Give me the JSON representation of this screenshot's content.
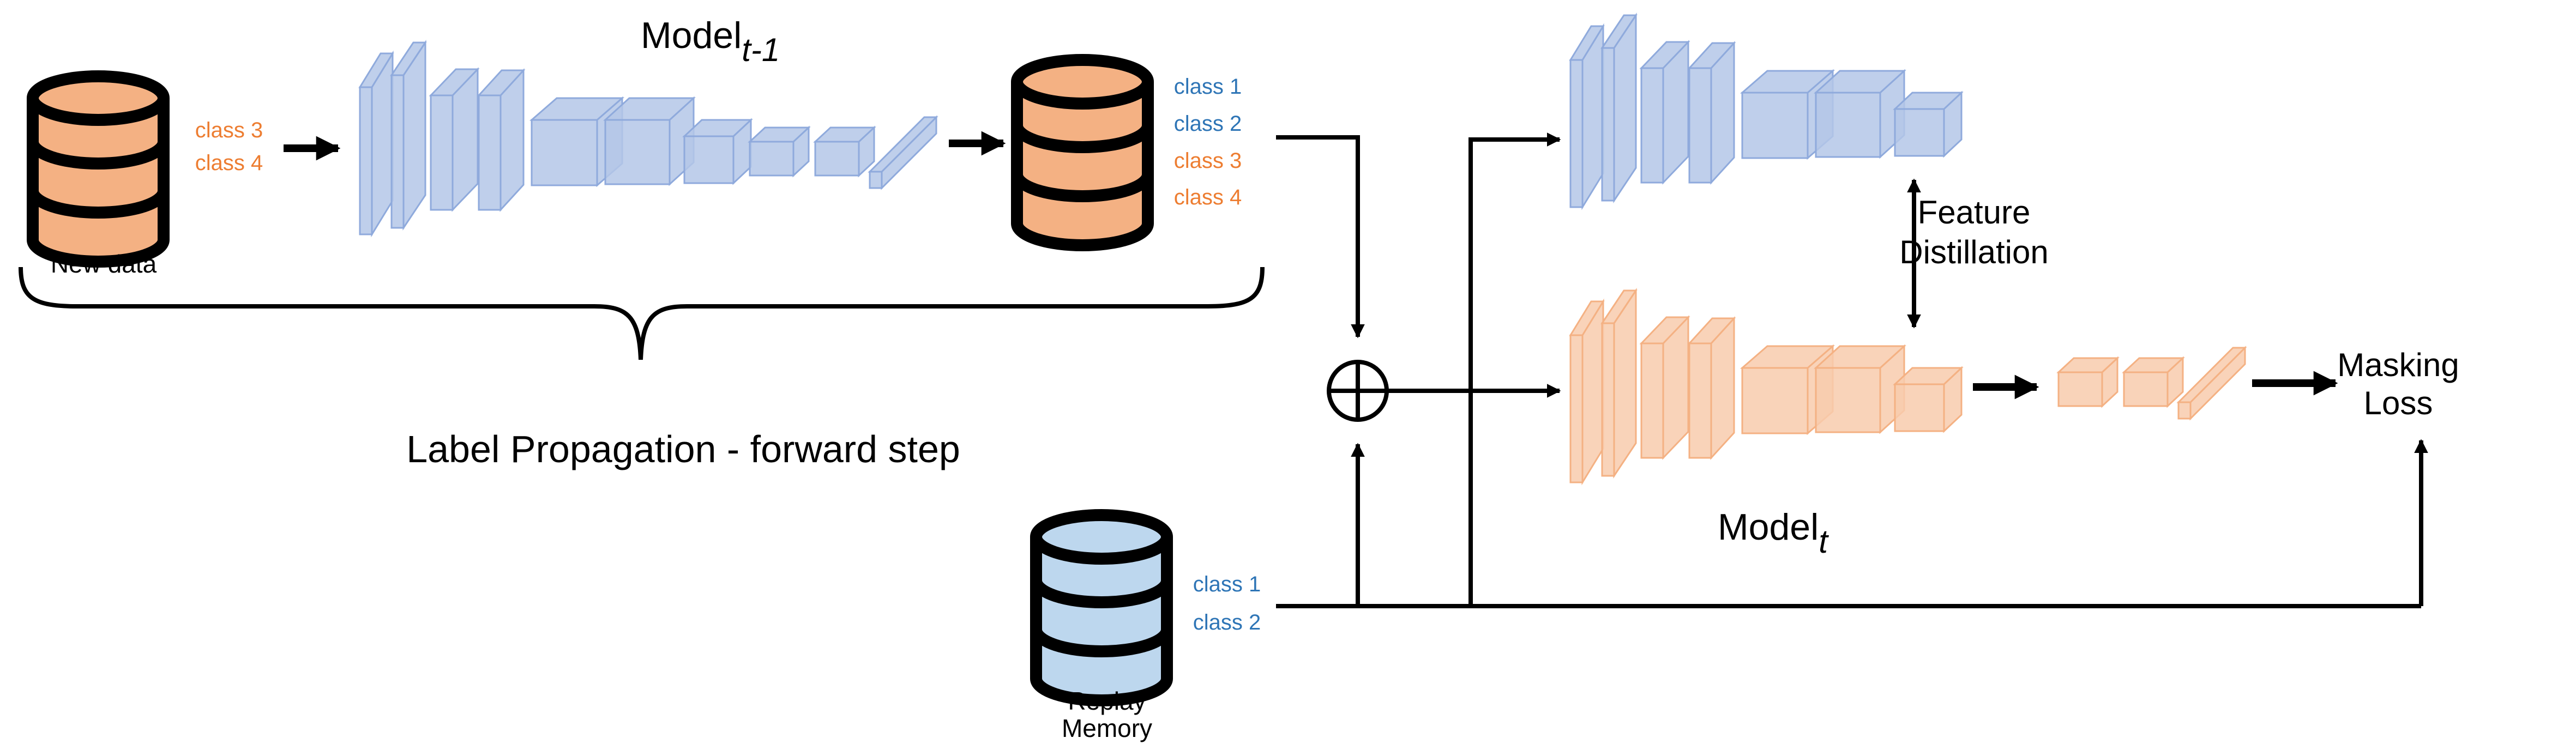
{
  "colors": {
    "orange_fill": "#F4B183",
    "blue_fill": "#BDD7EE",
    "stroke": "#000000",
    "label_orange": "#ED7D31",
    "label_blue": "#2E75B6",
    "old_model_fill": "#B4C7E7",
    "old_model_stroke": "#8FAADC",
    "new_model_fill": "#F8CBAD",
    "new_model_stroke": "#F4B183"
  },
  "new_data": {
    "label": "New data",
    "classes": [
      "class 3",
      "class 4"
    ]
  },
  "old_model": {
    "name": "Model",
    "subscript": "t-1"
  },
  "old_prediction": {
    "classes": [
      "class 1",
      "class 2",
      "class 3",
      "class 4"
    ]
  },
  "label_propagation": "Label Propagation - forward step",
  "replay_memory": {
    "label_line1": "Replay",
    "label_line2": "Memory",
    "classes": [
      "class 1",
      "class 2"
    ]
  },
  "combine_icon": "circled-plus-icon",
  "feature_distillation": {
    "line1": "Feature",
    "line2": "Distillation"
  },
  "new_model": {
    "name": "Model",
    "subscript": "t"
  },
  "masking_loss": {
    "line1": "Masking",
    "line2": "Loss"
  }
}
